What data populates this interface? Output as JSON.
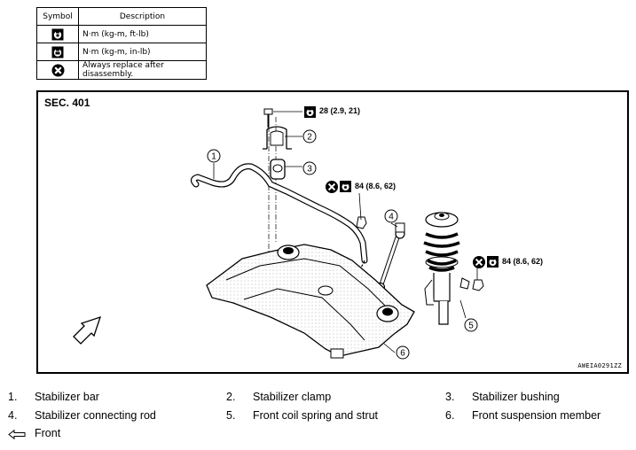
{
  "legend": {
    "header_symbol": "Symbol",
    "header_description": "Description",
    "rows": [
      {
        "icon": "torque-wrench-nm-kgm-ftlb-icon",
        "description": "N·m (kg-m, ft-lb)"
      },
      {
        "icon": "torque-wrench-nm-kgm-inlb-icon",
        "description": "N·m (kg-m, in-lb)"
      },
      {
        "icon": "always-replace-icon",
        "description": "Always replace after disassembly."
      }
    ]
  },
  "diagram": {
    "section": "SEC. 401",
    "reference_code": "AWEIA0291ZZ",
    "torque_values": [
      {
        "value": "28 (2.9, 21)",
        "replace": false
      },
      {
        "value": "84 (8.6, 62)",
        "replace": true
      },
      {
        "value": "84 (8.6, 62)",
        "replace": true
      }
    ],
    "callouts": [
      "1",
      "2",
      "3",
      "4",
      "5",
      "6"
    ]
  },
  "parts": [
    {
      "num": "1.",
      "label": "Stabilizer bar"
    },
    {
      "num": "2.",
      "label": "Stabilizer clamp"
    },
    {
      "num": "3.",
      "label": "Stabilizer bushing"
    },
    {
      "num": "4.",
      "label": "Stabilizer connecting rod"
    },
    {
      "num": "5.",
      "label": "Front coil spring and strut"
    },
    {
      "num": "6.",
      "label": "Front suspension member"
    }
  ],
  "front_label": "Front"
}
